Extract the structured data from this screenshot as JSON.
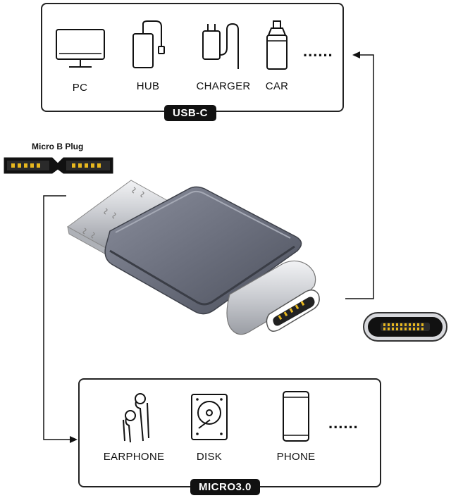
{
  "usb_c_panel": {
    "badge": "USB-C",
    "devices": [
      {
        "label": "PC",
        "icon": "monitor-icon"
      },
      {
        "label": "HUB",
        "icon": "hub-icon"
      },
      {
        "label": "CHARGER",
        "icon": "charger-icon"
      },
      {
        "label": "CAR",
        "icon": "car-charger-icon"
      }
    ],
    "more": "......"
  },
  "micro_plug": {
    "title": "Micro B Plug"
  },
  "micro_panel": {
    "badge": "MICRO3.0",
    "devices": [
      {
        "label": "EARPHONE",
        "icon": "earphone-icon"
      },
      {
        "label": "DISK",
        "icon": "disk-icon"
      },
      {
        "label": "PHONE",
        "icon": "phone-icon"
      }
    ],
    "more": "......"
  },
  "colors": {
    "adapter_body": "#6e7280",
    "connector_metal": "#c9cbd0",
    "badge_bg": "#111111",
    "pin_gold": "#e8b81e"
  }
}
